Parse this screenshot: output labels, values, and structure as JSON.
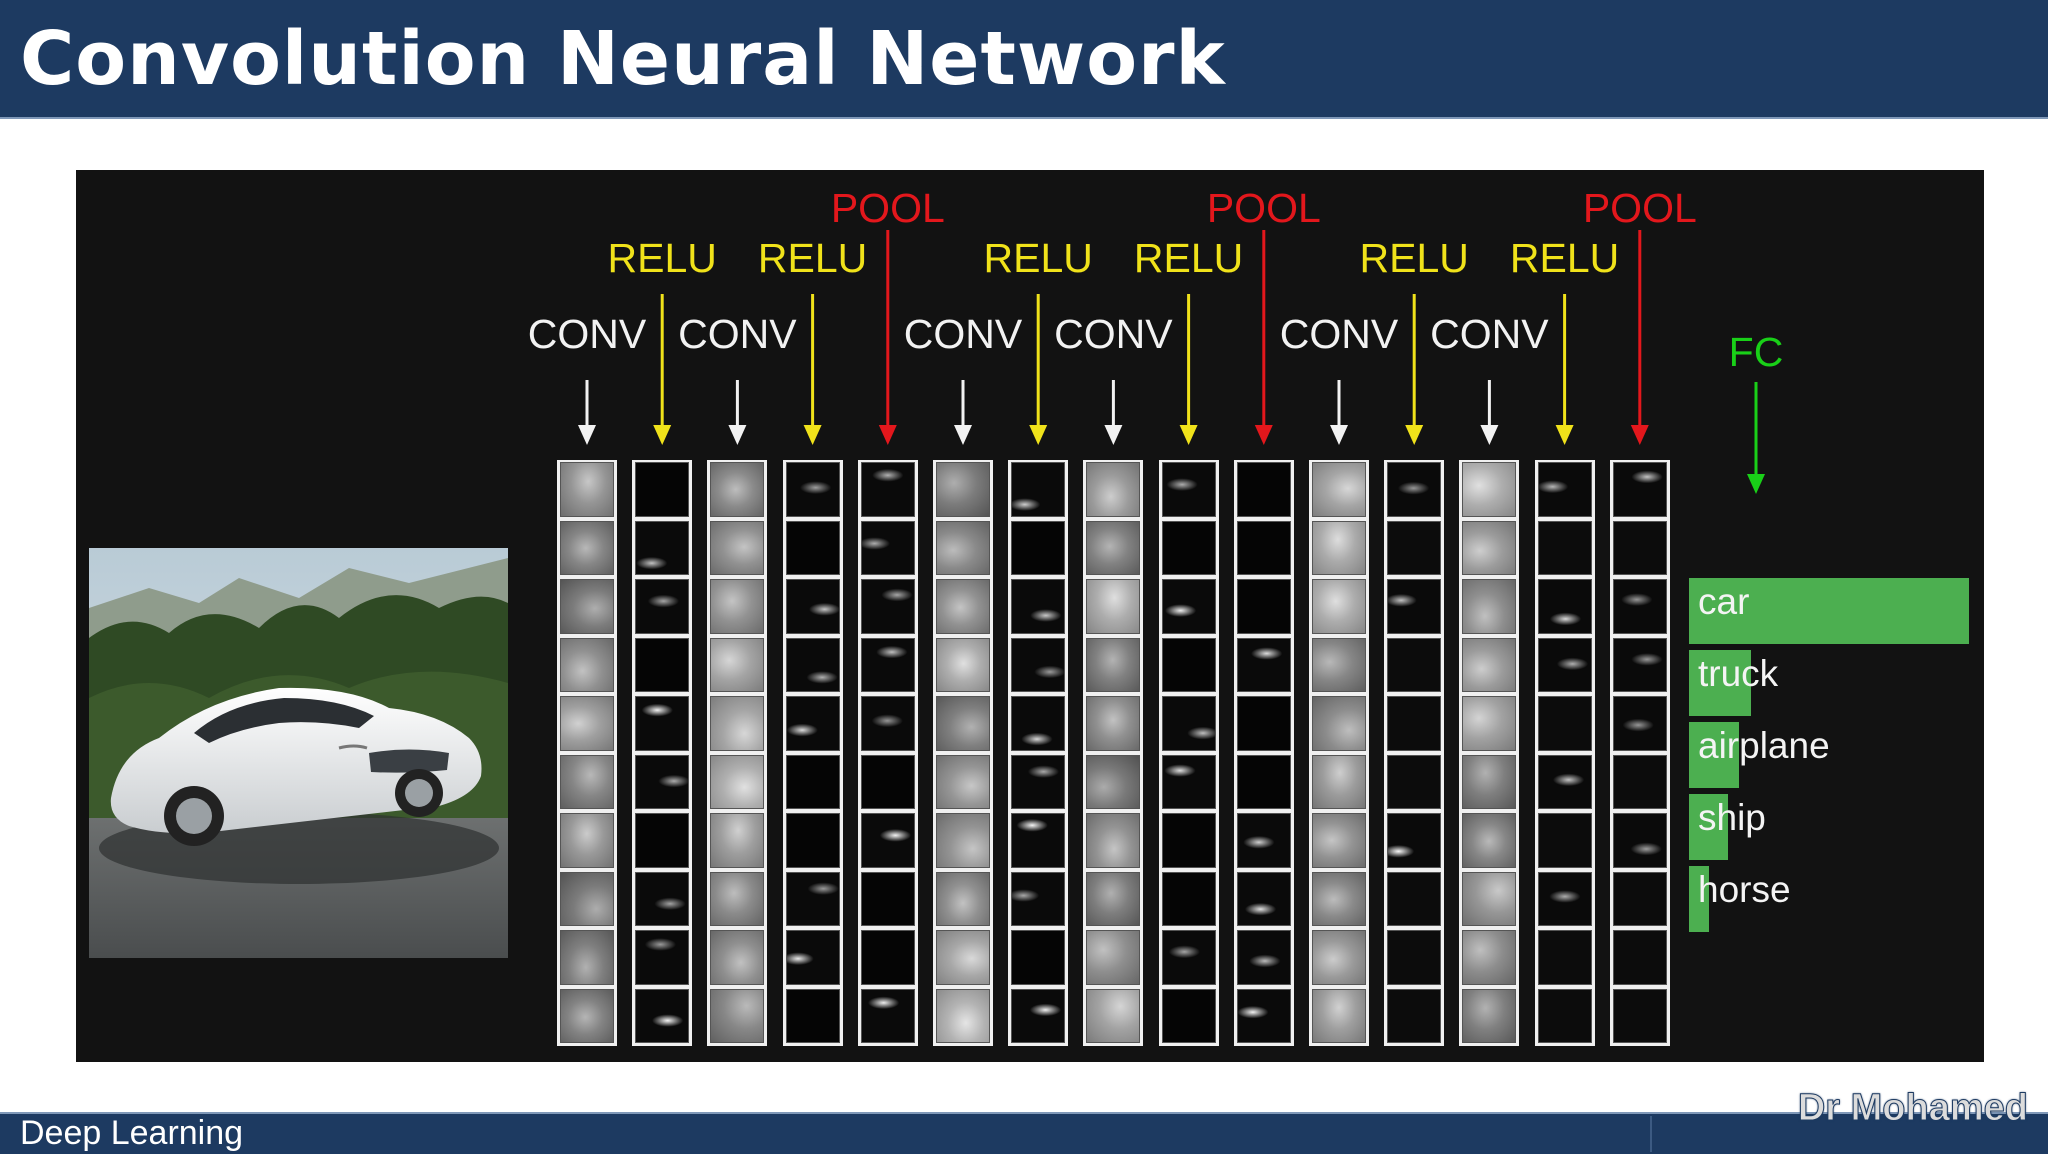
{
  "slide": {
    "title": "Convolution Neural Network",
    "footer_left": "Deep Learning",
    "footer_right": "Dr Mohamed"
  },
  "diagram": {
    "layers": [
      {
        "label": "CONV",
        "kind": "conv",
        "color": "#f2f2f2"
      },
      {
        "label": "RELU",
        "kind": "relu",
        "color": "#f0e21a"
      },
      {
        "label": "CONV",
        "kind": "conv",
        "color": "#f2f2f2"
      },
      {
        "label": "RELU",
        "kind": "relu",
        "color": "#f0e21a"
      },
      {
        "label": "POOL",
        "kind": "pool",
        "color": "#e3171c"
      },
      {
        "label": "CONV",
        "kind": "conv",
        "color": "#f2f2f2"
      },
      {
        "label": "RELU",
        "kind": "relu",
        "color": "#f0e21a"
      },
      {
        "label": "CONV",
        "kind": "conv",
        "color": "#f2f2f2"
      },
      {
        "label": "RELU",
        "kind": "relu",
        "color": "#f0e21a"
      },
      {
        "label": "POOL",
        "kind": "pool",
        "color": "#e3171c"
      },
      {
        "label": "CONV",
        "kind": "conv",
        "color": "#f2f2f2"
      },
      {
        "label": "RELU",
        "kind": "relu",
        "color": "#f0e21a"
      },
      {
        "label": "CONV",
        "kind": "conv",
        "color": "#f2f2f2"
      },
      {
        "label": "RELU",
        "kind": "relu",
        "color": "#f0e21a"
      },
      {
        "label": "POOL",
        "kind": "pool",
        "color": "#e3171c"
      }
    ],
    "fc": {
      "label": "FC",
      "color": "#19d018"
    },
    "maps_per_layer": 10,
    "classes": [
      {
        "label": "car",
        "score": 1.0
      },
      {
        "label": "truck",
        "score": 0.22
      },
      {
        "label": "airplane",
        "score": 0.18
      },
      {
        "label": "ship",
        "score": 0.14
      },
      {
        "label": "horse",
        "score": 0.07
      }
    ],
    "bar_color": "#4caf50",
    "input_image": "white-sports-car-photo"
  }
}
